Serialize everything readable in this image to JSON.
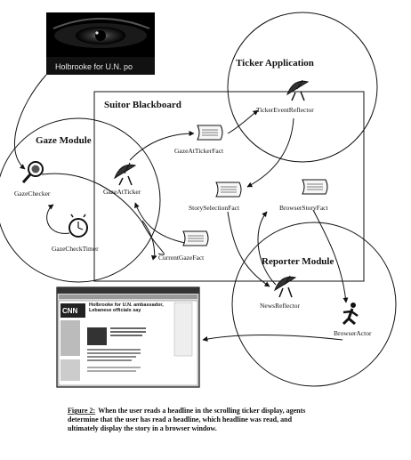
{
  "eye_image": {
    "ticker_text": "Holbrooke for U.N. po"
  },
  "regions": {
    "gaze_module": "Gaze Module",
    "suitor_blackboard": "Suitor Blackboard",
    "ticker_application": "Ticker Application",
    "reporter_module": "Reporter Module"
  },
  "nodes": {
    "gaze_checker": "GazeChecker",
    "gaze_check_timer": "GazeCheckTimer",
    "gaze_at_ticker": "GazeAtTicker",
    "gaze_at_ticker_fact": "GazeAtTickerFact",
    "ticker_event_reflector": "TickerEventReflector",
    "current_gaze_fact": "CurrentGazeFact",
    "story_selection_fact": "StorySelectionFact",
    "browser_story_fact": "BrowserStoryFact",
    "news_reflector": "NewsReflector",
    "browser_actor": "BrowserActor"
  },
  "browser_screenshot": {
    "logo": "CNN",
    "headline": "Holbrooke for U.N. ambassador, Lebanese officials say"
  },
  "caption": {
    "figure_label": "Figure 2:",
    "line1": "When the user reads a headline in the scrolling ticker display, agents",
    "line2": "determine that the user has read a headline, which headline was read, and",
    "line3": "ultimately display the story in a browser window."
  }
}
